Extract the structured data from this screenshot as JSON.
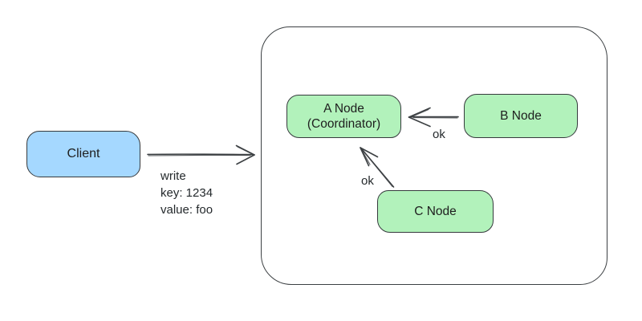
{
  "diagram": {
    "colors": {
      "background": "#ffffff",
      "client_fill": "#a5d8ff",
      "node_fill": "#b2f2bb",
      "stroke": "#3c4043",
      "text": "#1e1e1e"
    },
    "nodes": {
      "client": {
        "label": "Client"
      },
      "a": {
        "label": "A Node\n(Coordinator)"
      },
      "b": {
        "label": "B Node"
      },
      "c": {
        "label": "C Node"
      }
    },
    "edges": {
      "client_to_cluster": {
        "label": "write\nkey: 1234\nvalue: foo"
      },
      "b_to_a": {
        "label": "ok"
      },
      "c_to_a": {
        "label": "ok"
      }
    }
  }
}
